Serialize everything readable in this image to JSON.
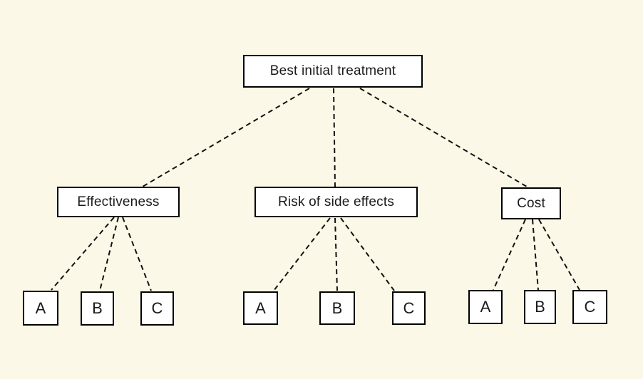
{
  "colors": {
    "background": "#FCF8E7",
    "node_fill": "#FFFFFF",
    "node_border": "#000000",
    "edge": "#111111",
    "text": "#1A1A1A"
  },
  "tree": {
    "root": {
      "label": "Best initial treatment"
    },
    "criteria": [
      {
        "label": "Effectiveness",
        "options": [
          {
            "label": "A"
          },
          {
            "label": "B"
          },
          {
            "label": "C"
          }
        ]
      },
      {
        "label": "Risk of side effects",
        "options": [
          {
            "label": "A"
          },
          {
            "label": "B"
          },
          {
            "label": "C"
          }
        ]
      },
      {
        "label": "Cost",
        "options": [
          {
            "label": "A"
          },
          {
            "label": "B"
          },
          {
            "label": "C"
          }
        ]
      }
    ]
  }
}
